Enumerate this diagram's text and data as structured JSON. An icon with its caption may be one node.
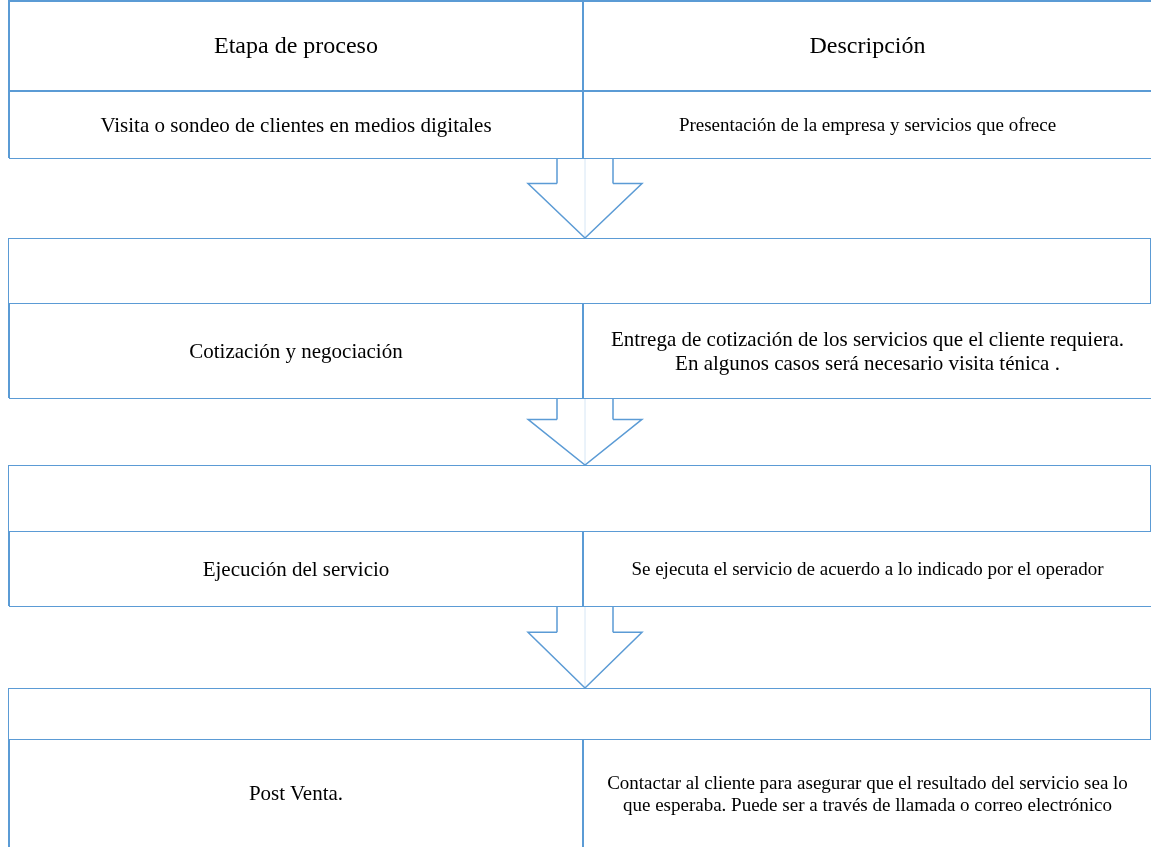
{
  "diagram": {
    "nodes": [
      {
        "text": [],
        "shape": "box"
      },
      {
        "text": [
          "Etapa de proceso"
        ],
        "in": 0
      },
      {
        "text": [
          "Descripción"
        ],
        "in": 0
      },
      {
        "text": [
          "Visita o sondeo de clientes en medios digitales"
        ],
        "in": 0
      },
      {
        "text": [
          "Presentación de la empresa y servicios que ofrece"
        ],
        "in": 0
      },
      {
        "text": [],
        "shape": "box"
      },
      {
        "text": [
          "Cotización y negociación"
        ],
        "in": 5
      },
      {
        "text": [
          "Entrega de cotización de los servicios que el cliente requiera. En algunos casos será necesario visita ténica ."
        ],
        "in": 5
      },
      {
        "text": [],
        "shape": "box"
      },
      {
        "text": [
          "Ejecución del servicio"
        ],
        "in": 8
      },
      {
        "text": [
          "Se ejecuta el servicio de acuerdo a lo indicado por el operador"
        ],
        "in": 8
      },
      {
        "text": [],
        "shape": "box"
      },
      {
        "text": [
          "Post Venta."
        ],
        "in": 11
      },
      {
        "text": [
          "Contactar al cliente para asegurar que el resultado del servicio sea lo que esperaba. Puede ser a través de llamada o correo electrónico"
        ],
        "in": 11
      }
    ],
    "edges": [
      {
        "from": 0,
        "to": 5,
        "arrow": "to"
      },
      {
        "from": 5,
        "to": 8,
        "arrow": "to"
      },
      {
        "from": 8,
        "to": 11,
        "arrow": "to"
      }
    ]
  }
}
